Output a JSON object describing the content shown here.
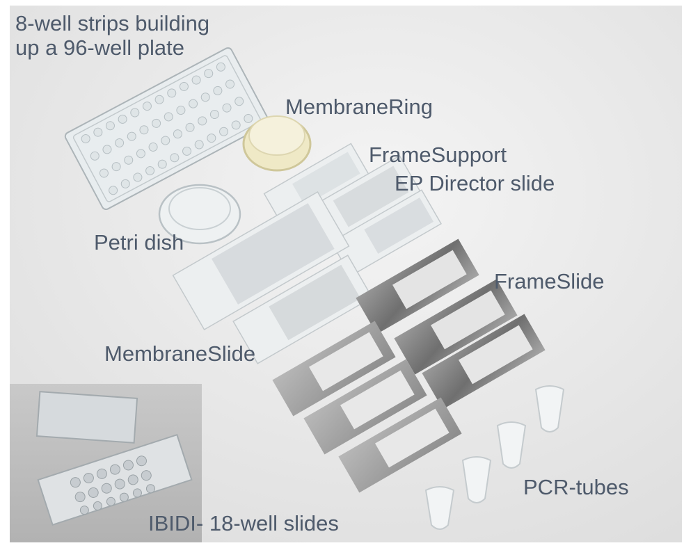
{
  "labels": {
    "title_line1": "8-well strips building",
    "title_line2": "up a 96-well plate",
    "membrane_ring": "MembraneRing",
    "frame_support": "FrameSupport",
    "ep_director_slide": "EP Director slide",
    "petri_dish": "Petri dish",
    "frame_slide": "FrameSlide",
    "membrane_slide": "MembraneSlide",
    "pcr_tubes": "PCR-tubes",
    "ibidi_slides": "IBIDI- 18-well slides"
  },
  "colors": {
    "label_text": "#4e5a6b",
    "background": "#e6e6e6",
    "metal": "#8a8a8a"
  }
}
